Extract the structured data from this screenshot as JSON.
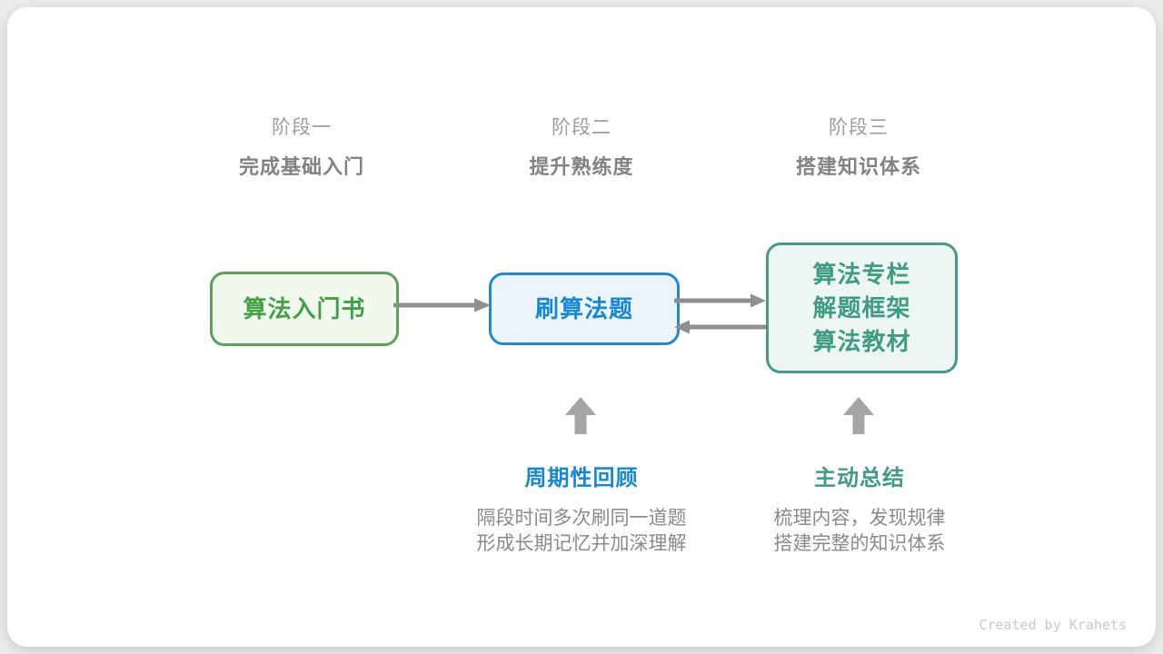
{
  "page": {
    "watermark": "Created by Krahets"
  },
  "stages": [
    {
      "label": "阶段一",
      "subtitle": "完成基础入门"
    },
    {
      "label": "阶段二",
      "subtitle": "提升熟练度"
    },
    {
      "label": "阶段三",
      "subtitle": "搭建知识体系"
    }
  ],
  "nodes": [
    {
      "id": "algorithm-intro-book",
      "lines": [
        "算法入门书"
      ]
    },
    {
      "id": "practice-problems",
      "lines": [
        "刷算法题"
      ]
    },
    {
      "id": "knowledge-resources",
      "lines": [
        "算法专栏",
        "解题框架",
        "算法教材"
      ]
    }
  ],
  "methods": [
    {
      "title": "周期性回顾",
      "desc_lines": [
        "隔段时间多次刷同一道题",
        "形成长期记忆并加深理解"
      ]
    },
    {
      "title": "主动总结",
      "desc_lines": [
        "梳理内容，发现规律",
        "搭建完整的知识体系"
      ]
    }
  ],
  "colors": {
    "green_border": "#5ca05c",
    "green_fill": "#f1f8ee",
    "green_text": "#43a047",
    "blue_border": "#2288d4",
    "blue_fill": "#ecf5fc",
    "blue_text": "#1789d2",
    "teal_border": "#439d86",
    "teal_fill": "#edf6f2",
    "teal_text": "#3d9c82",
    "arrow_gray": "#8f8f8f",
    "block_arrow_gray": "#a5a5a5",
    "stage_label_gray": "#9d9d9d",
    "stage_subtitle_gray": "#828282",
    "desc_gray": "#8a8a8a",
    "watermark_gray": "#c9c9c9",
    "card_bg": "#ffffff",
    "page_bg": "#ebebeb"
  }
}
